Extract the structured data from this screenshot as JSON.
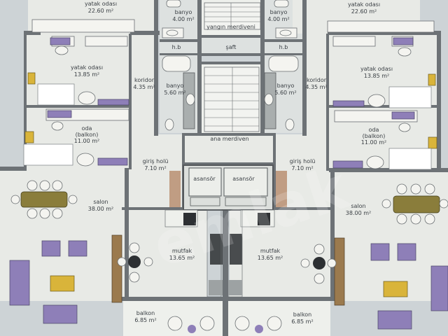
{
  "rooms": {
    "yatak_left": {
      "name": "yatak odası",
      "area": "22.60 m²"
    },
    "yatak_right": {
      "name": "yatak odası",
      "area": "22.60 m²"
    },
    "banyo_tl": {
      "name": "banyo",
      "area": "4.00 m²"
    },
    "banyo_tr": {
      "name": "banyo",
      "area": "4.00 m²"
    },
    "yangin": {
      "name": "yangın merdiveni"
    },
    "saft": {
      "name": "şaft"
    },
    "hb_l": {
      "name": "h.b"
    },
    "hb_r": {
      "name": "h.b"
    },
    "yatak2_l": {
      "name": "yatak odası",
      "area": "13.85 m²"
    },
    "yatak2_r": {
      "name": "yatak odası",
      "area": "13.85 m²"
    },
    "koridor_l": {
      "name": "koridor",
      "area": "4.35 m²"
    },
    "koridor_r": {
      "name": "koridor",
      "area": "4.35 m²"
    },
    "banyo2_l": {
      "name": "banyo",
      "area": "5.60 m²"
    },
    "banyo2_r": {
      "name": "banyo",
      "area": "5.60 m²"
    },
    "oda_l": {
      "name": "oda",
      "sub": "(balkon)",
      "area": "11.00 m²"
    },
    "oda_r": {
      "name": "oda",
      "sub": "(balkon)",
      "area": "11.00 m²"
    },
    "ana_merdiven": {
      "name": "ana merdiven"
    },
    "giris_l": {
      "name": "giriş holü",
      "area": "7.10 m²"
    },
    "giris_r": {
      "name": "giriş holü",
      "area": "7.10 m²"
    },
    "asansor_1": {
      "name": "asansör"
    },
    "asansor_2": {
      "name": "asansör"
    },
    "salon_l": {
      "name": "salon",
      "area": "38.00 m²"
    },
    "salon_r": {
      "name": "salon",
      "area": "38.00 m²"
    },
    "mutfak_l": {
      "name": "mutfak",
      "area": "13.65 m²"
    },
    "mutfak_r": {
      "name": "mutfak",
      "area": "13.65 m²"
    },
    "balkon_l": {
      "name": "balkon",
      "area": "6.85 m²"
    },
    "balkon_r": {
      "name": "balkon",
      "area": "6.85 m²"
    }
  },
  "colors": {
    "wall": "#6d7276",
    "floor": "#e8eae6",
    "rug_purple": "#8e7fb8",
    "rug_gold": "#d9b43a"
  }
}
